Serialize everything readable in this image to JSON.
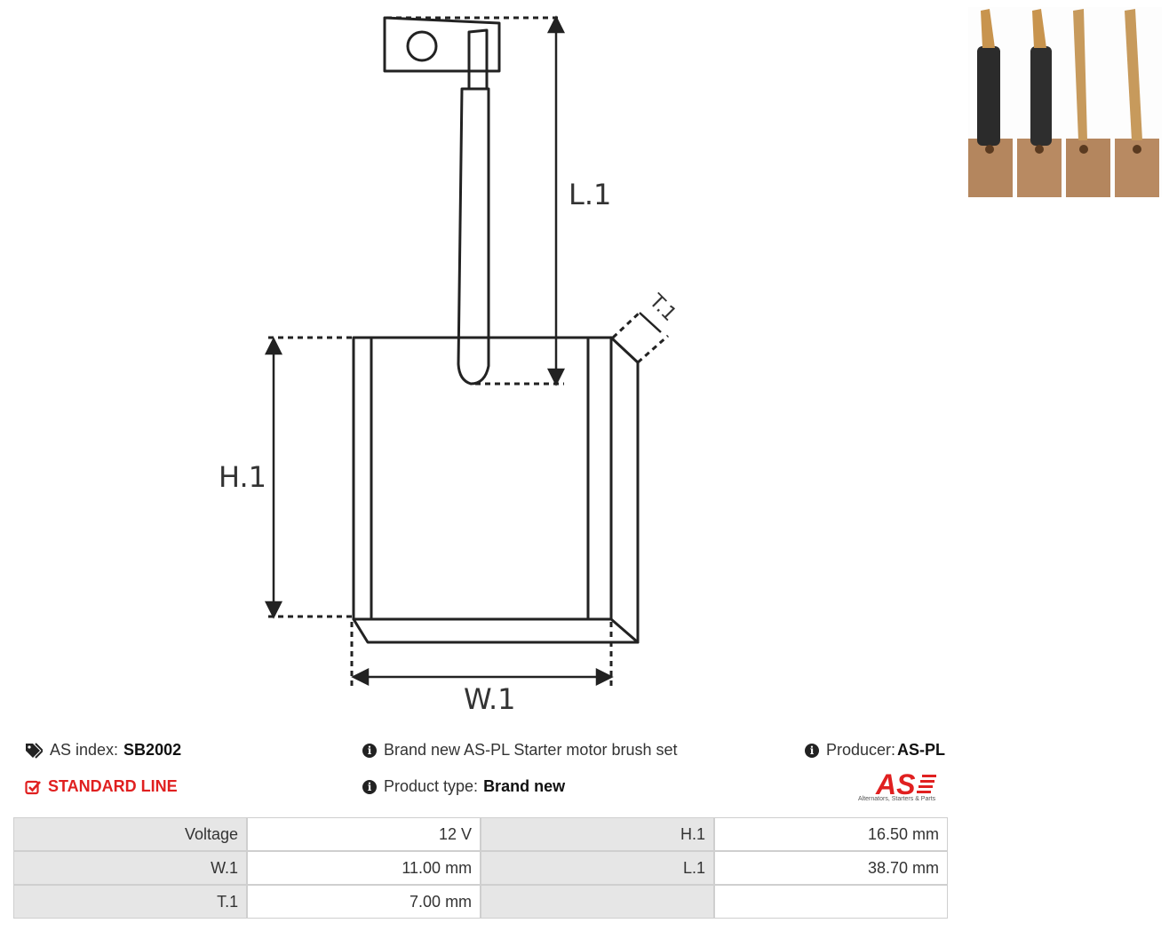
{
  "drawing": {
    "labels": {
      "l1": "L.1",
      "h1": "H.1",
      "w1": "W.1",
      "t1": "T.1"
    }
  },
  "photo": {
    "alt": "Product photo: four carbon brushes with copper leads"
  },
  "info": {
    "as_index_label": "AS index:",
    "as_index_value": "SB2002",
    "standard_line": "STANDARD LINE",
    "description": "Brand new AS-PL Starter motor brush set",
    "product_type_label": "Product type:",
    "product_type_value": "Brand new",
    "producer_label": "Producer:",
    "producer_value": "AS-PL"
  },
  "logo": {
    "text": "AS",
    "tagline": "Alternators, Starters & Parts"
  },
  "specs": {
    "rows": [
      [
        {
          "label": "Voltage",
          "value": "12 V"
        },
        {
          "label": "H.1",
          "value": "16.50 mm"
        }
      ],
      [
        {
          "label": "W.1",
          "value": "11.00 mm"
        },
        {
          "label": "L.1",
          "value": "38.70 mm"
        }
      ],
      [
        {
          "label": "T.1",
          "value": "7.00 mm"
        },
        {
          "label": "",
          "value": ""
        }
      ]
    ]
  },
  "colors": {
    "accent_red": "#e02020",
    "label_cell_bg": "#e6e6e6"
  },
  "icons": [
    "tags-icon",
    "check-square-icon",
    "info-circle-icon"
  ]
}
